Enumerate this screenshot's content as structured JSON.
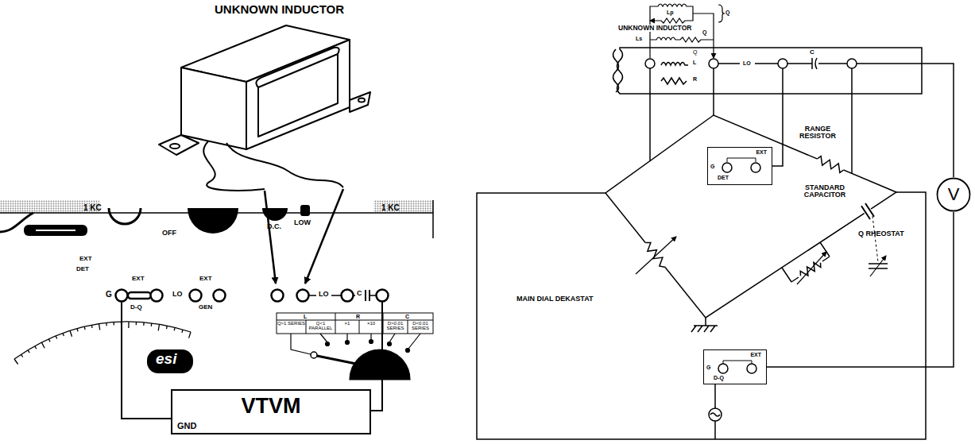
{
  "diagram": {
    "nodes": [
      {
        "text": [
          "VTVM",
          "GND"
        ]
      },
      {
        "text": [
          "V"
        ]
      },
      {
        "text": [
          "EXT",
          "G",
          "DET"
        ]
      },
      {
        "text": [
          "EXT",
          "G",
          "D-Q"
        ]
      }
    ],
    "labels": [
      "UNKNOWN INDUCTOR",
      "1 KC",
      "OFF",
      "D.C.",
      "LOW",
      "1 KC",
      "EXT",
      "DET",
      "EXT",
      "G",
      "D-Q",
      "LO",
      "EXT",
      "GEN",
      "LO",
      "C",
      "L",
      "R",
      "C",
      "Q>1 SERIES",
      "Q<1 PARALLEL",
      "×1",
      "×10",
      "D>0.01 SERIES",
      "D<0.01 SERIES",
      "esi",
      "UNKNOWN INDUCTOR",
      "Lp",
      "Q",
      "Ls",
      "Q",
      "Q",
      "L",
      "R",
      "LO",
      "C",
      "RANGE RESISTOR",
      "STANDARD CAPACITOR",
      "Q RHEOSTAT",
      "MAIN DIAL DEKASTAT"
    ]
  }
}
